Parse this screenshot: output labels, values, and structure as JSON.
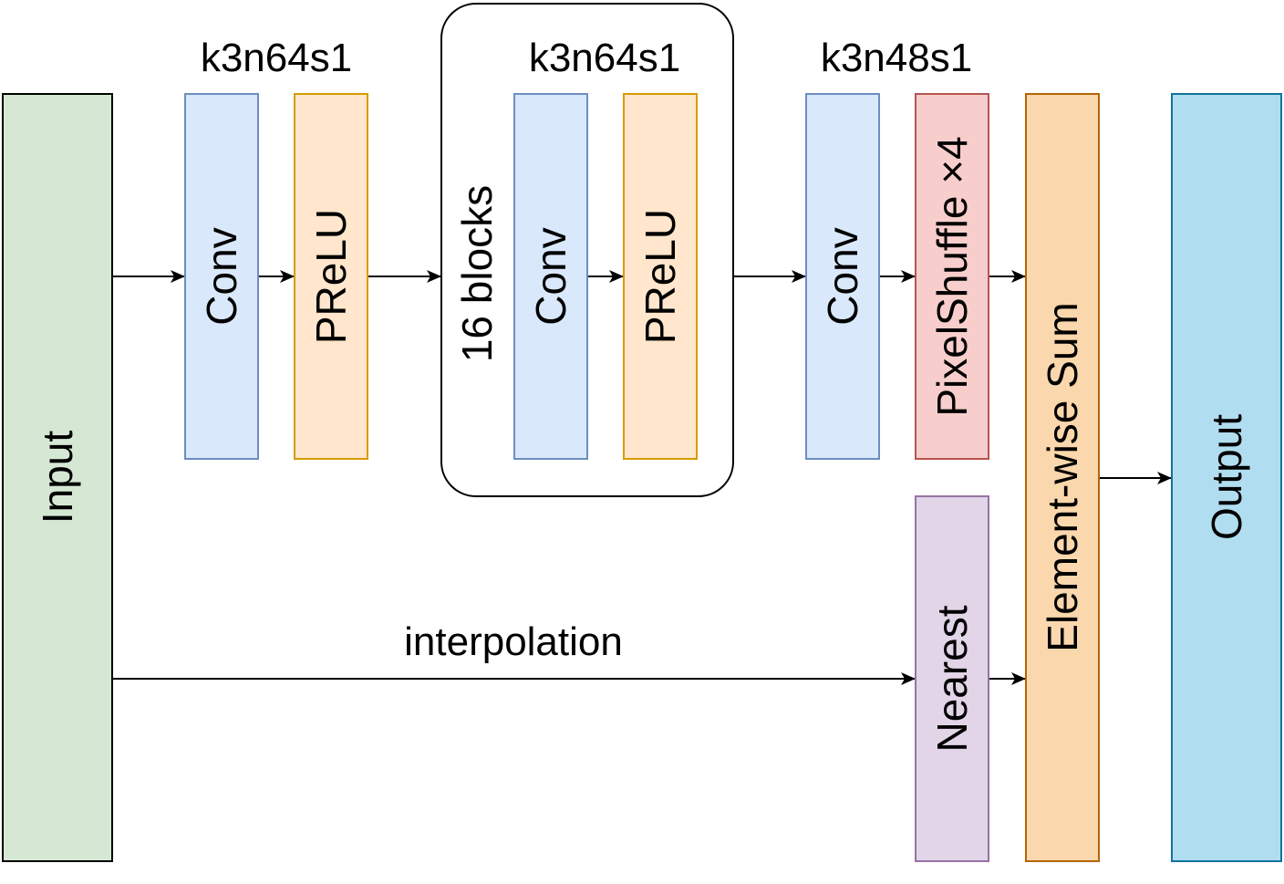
{
  "nodes": {
    "input": {
      "label": "Input",
      "fill": "#d5e8d4",
      "stroke": "#000000"
    },
    "conv1": {
      "label": "Conv",
      "fill": "#dae8fc",
      "stroke": "#6c8ebf"
    },
    "prelu1": {
      "label": "PReLU",
      "fill": "#ffe6cc",
      "stroke": "#d79b00"
    },
    "conv2": {
      "label": "Conv",
      "fill": "#dae8fc",
      "stroke": "#6c8ebf"
    },
    "prelu2": {
      "label": "PReLU",
      "fill": "#ffe6cc",
      "stroke": "#d79b00"
    },
    "conv3": {
      "label": "Conv",
      "fill": "#dae8fc",
      "stroke": "#6c8ebf"
    },
    "pixelshuffle": {
      "label": "PixelShuffle ×4",
      "fill": "#f8cecc",
      "stroke": "#b85450"
    },
    "nearest": {
      "label": "Nearest",
      "fill": "#e1d5e7",
      "stroke": "#9673a6"
    },
    "sum": {
      "label": "Element-wise Sum",
      "fill": "#fad7ac",
      "stroke": "#b46504"
    },
    "output": {
      "label": "Output",
      "fill": "#b1ddf0",
      "stroke": "#10739e"
    }
  },
  "group": {
    "label": "16 blocks",
    "stroke": "#000000"
  },
  "annotations": {
    "conv1_params": "k3n64s1",
    "block_params": "k3n64s1",
    "conv3_params": "k3n48s1",
    "interpolation": "interpolation"
  },
  "edges": [
    {
      "from": "input",
      "to": "conv1"
    },
    {
      "from": "conv1",
      "to": "prelu1"
    },
    {
      "from": "prelu1",
      "to": "blocks"
    },
    {
      "from": "conv2",
      "to": "prelu2"
    },
    {
      "from": "blocks",
      "to": "conv3"
    },
    {
      "from": "conv3",
      "to": "pixelshuffle"
    },
    {
      "from": "pixelshuffle",
      "to": "sum"
    },
    {
      "from": "input",
      "to": "nearest",
      "label": "interpolation"
    },
    {
      "from": "nearest",
      "to": "sum"
    },
    {
      "from": "sum",
      "to": "output"
    }
  ]
}
